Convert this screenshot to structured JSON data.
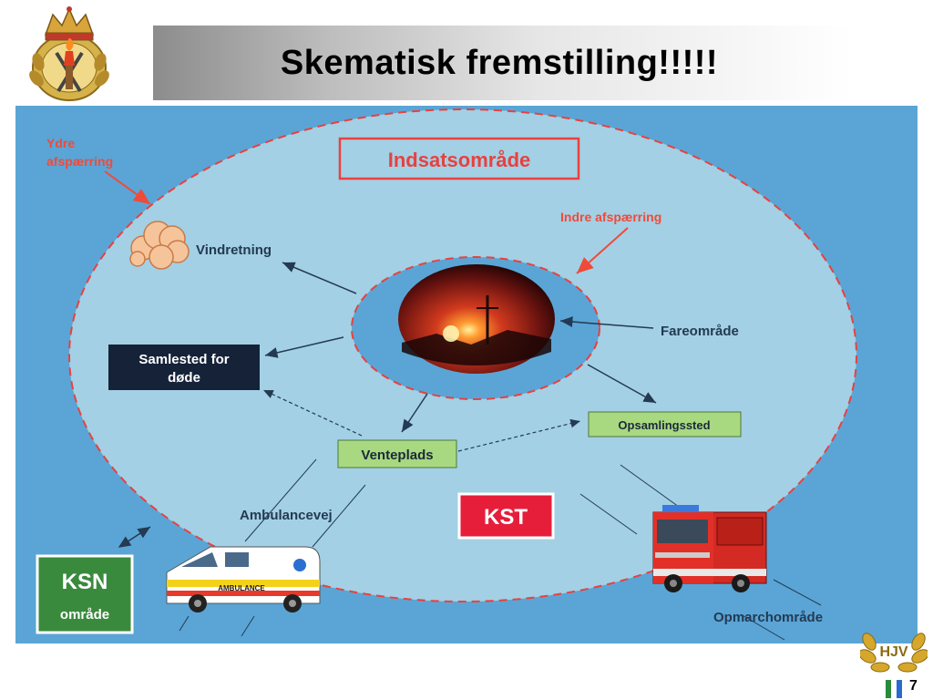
{
  "slide": {
    "title": "Skematisk fremstilling!!!!!",
    "page_number": "7"
  },
  "diagram": {
    "outer_zone_title": "Indsatsområde",
    "outer_cordon_label_line1": "Ydre",
    "outer_cordon_label_line2": "afspærring",
    "inner_cordon_label": "Indre afspærring",
    "wind_label": "Vindretning",
    "hazard_label": "Fareområde",
    "dead_collection_line1": "Samlested for",
    "dead_collection_line2": "døde",
    "collection_point_label": "Opsamlingssted",
    "waiting_area_label": "Venteplads",
    "ambulance_road_label": "Ambulancevej",
    "kst_label": "KST",
    "ksn_line1": "KSN",
    "ksn_line2": "område",
    "staging_area_label": "Opmarchområde",
    "ambulance_side_text": "AMBULANCE",
    "badge_text": "HJV"
  },
  "colors": {
    "background_blue": "#5aa5d6",
    "zone_fill": "#a3d0e4",
    "cordon_red": "#e8413f",
    "label_red": "#f04a3a",
    "dark_text": "#233a52",
    "navy_box": "#152238",
    "green_box": "#a8d880",
    "ksn_green": "#3a8a3e",
    "kst_red": "#e61e3a"
  },
  "icons": [
    "crest-icon",
    "cloud-icon",
    "fire-photo",
    "ambulance-icon",
    "fire-truck-icon",
    "hjv-badge-icon",
    "flag-icon"
  ]
}
